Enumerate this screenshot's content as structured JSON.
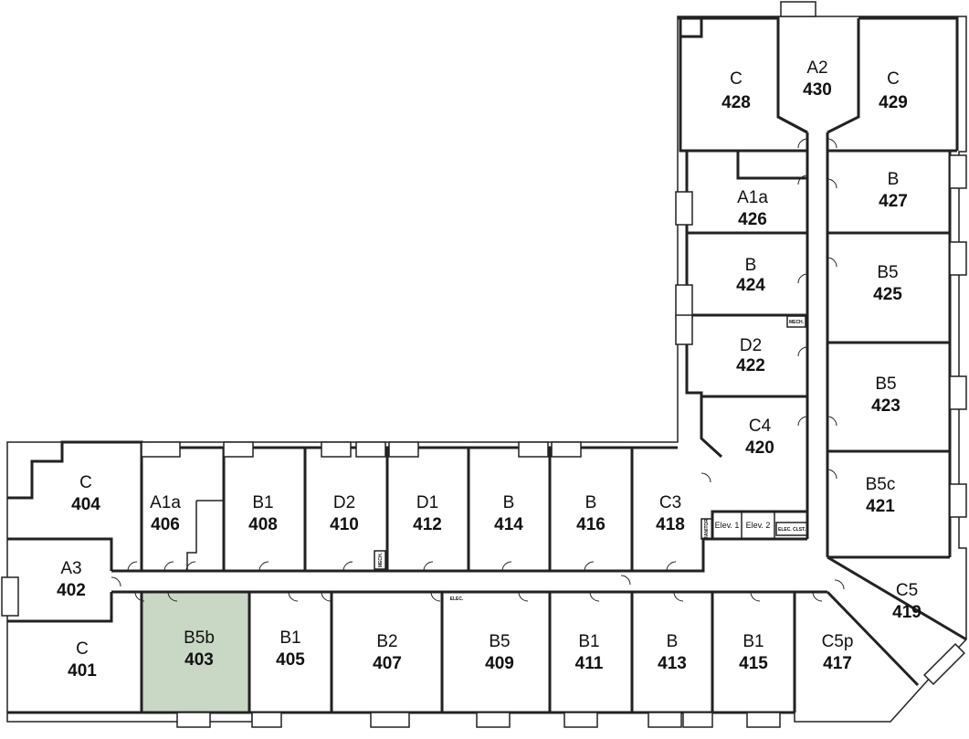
{
  "highlight_color": "#c9d8c5",
  "units": [
    {
      "type": "C",
      "number": "428",
      "highlighted": false
    },
    {
      "type": "A2",
      "number": "430",
      "highlighted": false
    },
    {
      "type": "C",
      "number": "429",
      "highlighted": false
    },
    {
      "type": "A1a",
      "number": "426",
      "highlighted": false
    },
    {
      "type": "B",
      "number": "427",
      "highlighted": false
    },
    {
      "type": "B",
      "number": "424",
      "highlighted": false
    },
    {
      "type": "B5",
      "number": "425",
      "highlighted": false
    },
    {
      "type": "D2",
      "number": "422",
      "highlighted": false
    },
    {
      "type": "B5",
      "number": "423",
      "highlighted": false
    },
    {
      "type": "C4",
      "number": "420",
      "highlighted": false
    },
    {
      "type": "B5c",
      "number": "421",
      "highlighted": false
    },
    {
      "type": "C5",
      "number": "419",
      "highlighted": false
    },
    {
      "type": "C",
      "number": "404",
      "highlighted": false
    },
    {
      "type": "A1a",
      "number": "406",
      "highlighted": false
    },
    {
      "type": "B1",
      "number": "408",
      "highlighted": false
    },
    {
      "type": "D2",
      "number": "410",
      "highlighted": false
    },
    {
      "type": "D1",
      "number": "412",
      "highlighted": false
    },
    {
      "type": "B",
      "number": "414",
      "highlighted": false
    },
    {
      "type": "B",
      "number": "416",
      "highlighted": false
    },
    {
      "type": "C3",
      "number": "418",
      "highlighted": false
    },
    {
      "type": "A3",
      "number": "402",
      "highlighted": false
    },
    {
      "type": "C",
      "number": "401",
      "highlighted": false
    },
    {
      "type": "B5b",
      "number": "403",
      "highlighted": true
    },
    {
      "type": "B1",
      "number": "405",
      "highlighted": false
    },
    {
      "type": "B2",
      "number": "407",
      "highlighted": false
    },
    {
      "type": "B5",
      "number": "409",
      "highlighted": false
    },
    {
      "type": "B1",
      "number": "411",
      "highlighted": false
    },
    {
      "type": "B",
      "number": "413",
      "highlighted": false
    },
    {
      "type": "B1",
      "number": "415",
      "highlighted": false
    },
    {
      "type": "C5p",
      "number": "417",
      "highlighted": false
    }
  ],
  "labels": {
    "elev1": "Elev. 1",
    "elev2": "Elev. 2",
    "elec_closet": "ELEC. CLST.",
    "elec": "ELEC.",
    "mech_upper": "MECH.",
    "mech_lower": "MECH.",
    "janitor": "JANITOR"
  }
}
